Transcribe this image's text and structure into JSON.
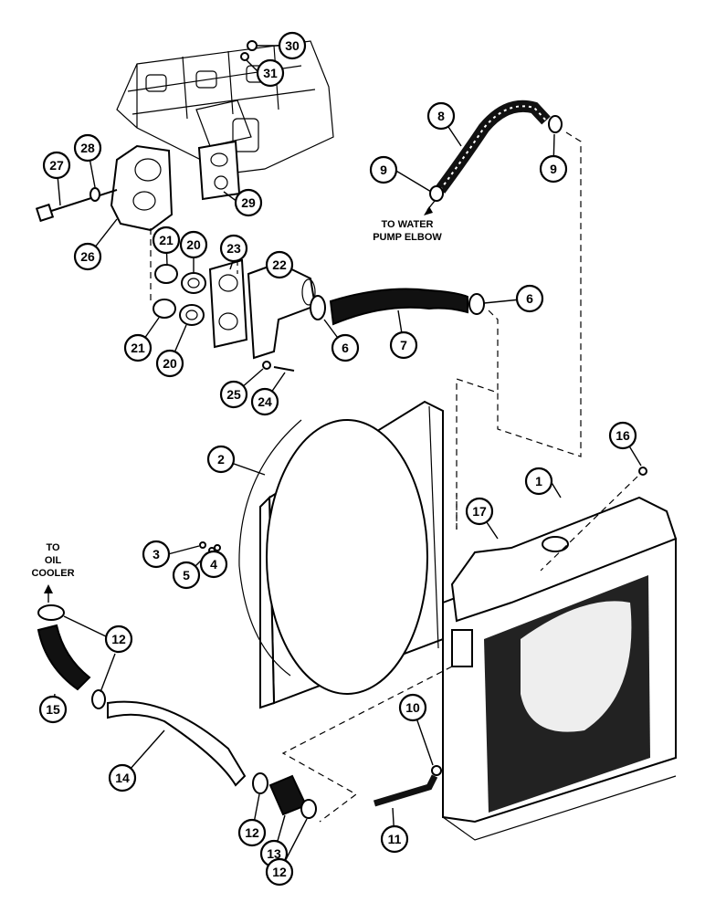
{
  "annotations": {
    "water_pump_line1": "TO WATER",
    "water_pump_line2": "PUMP ELBOW",
    "oil_cooler_line1": "TO",
    "oil_cooler_line2": "OIL",
    "oil_cooler_line3": "COOLER"
  },
  "callouts": [
    {
      "id": "c30",
      "label": "30"
    },
    {
      "id": "c31",
      "label": "31"
    },
    {
      "id": "c8",
      "label": "8"
    },
    {
      "id": "c9a",
      "label": "9"
    },
    {
      "id": "c9b",
      "label": "9"
    },
    {
      "id": "c27",
      "label": "27"
    },
    {
      "id": "c28",
      "label": "28"
    },
    {
      "id": "c29",
      "label": "29"
    },
    {
      "id": "c26",
      "label": "26"
    },
    {
      "id": "c21a",
      "label": "21"
    },
    {
      "id": "c20a",
      "label": "20"
    },
    {
      "id": "c23",
      "label": "23"
    },
    {
      "id": "c22",
      "label": "22"
    },
    {
      "id": "c6a",
      "label": "6"
    },
    {
      "id": "c21b",
      "label": "21"
    },
    {
      "id": "c20b",
      "label": "20"
    },
    {
      "id": "c6b",
      "label": "6"
    },
    {
      "id": "c7",
      "label": "7"
    },
    {
      "id": "c25",
      "label": "25"
    },
    {
      "id": "c24",
      "label": "24"
    },
    {
      "id": "c2",
      "label": "2"
    },
    {
      "id": "c16",
      "label": "16"
    },
    {
      "id": "c1",
      "label": "1"
    },
    {
      "id": "c17",
      "label": "17"
    },
    {
      "id": "c3",
      "label": "3"
    },
    {
      "id": "c5",
      "label": "5"
    },
    {
      "id": "c4",
      "label": "4"
    },
    {
      "id": "c12a",
      "label": "12"
    },
    {
      "id": "c15",
      "label": "15"
    },
    {
      "id": "c14",
      "label": "14"
    },
    {
      "id": "c10",
      "label": "10"
    },
    {
      "id": "c11",
      "label": "11"
    },
    {
      "id": "c12b",
      "label": "12"
    },
    {
      "id": "c13",
      "label": "13"
    },
    {
      "id": "c12c",
      "label": "12"
    }
  ]
}
